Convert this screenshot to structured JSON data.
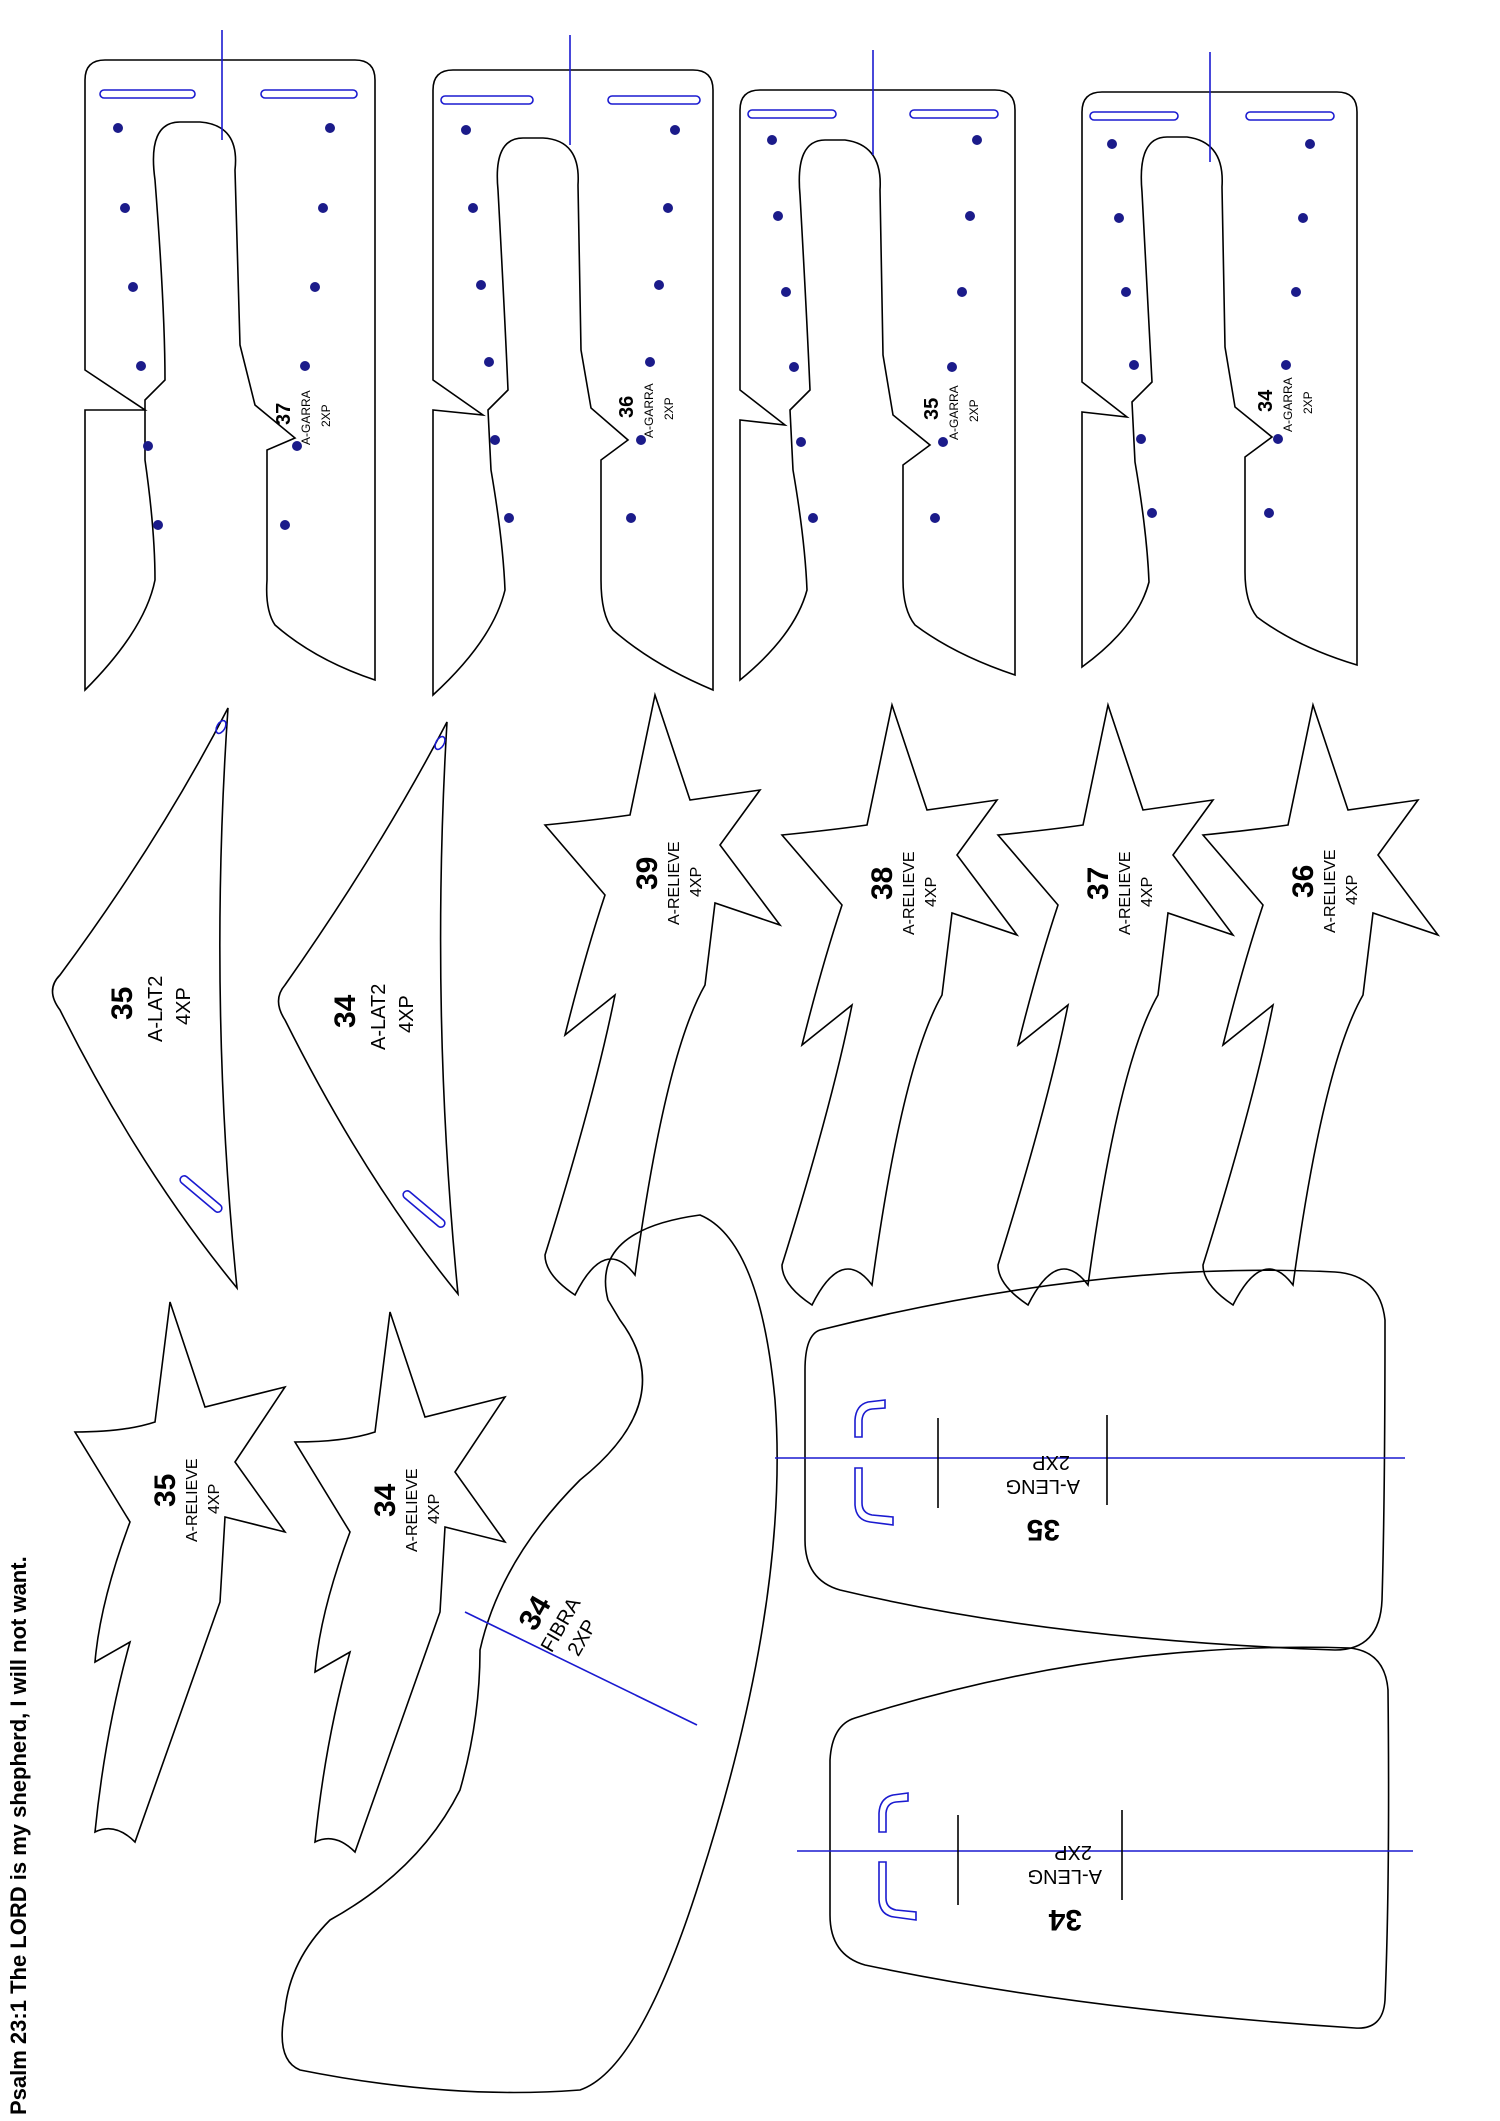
{
  "verse": "Psalm 23:1 The LORD is my shepherd, I will not want.",
  "colors": {
    "outline": "#000000",
    "guide_line": "#1a1ad0",
    "hole": "#1b1b8a"
  },
  "pieces": {
    "garra": [
      {
        "size": "37",
        "name": "A-GARRA",
        "qty": "2XP"
      },
      {
        "size": "36",
        "name": "A-GARRA",
        "qty": "2XP"
      },
      {
        "size": "35",
        "name": "A-GARRA",
        "qty": "2XP"
      },
      {
        "size": "34",
        "name": "A-GARRA",
        "qty": "2XP"
      }
    ],
    "lat2": [
      {
        "size": "35",
        "name": "A-LAT2",
        "qty": "4XP"
      },
      {
        "size": "34",
        "name": "A-LAT2",
        "qty": "4XP"
      }
    ],
    "relieve_top": [
      {
        "size": "39",
        "name": "A-RELIEVE",
        "qty": "4XP"
      },
      {
        "size": "38",
        "name": "A-RELIEVE",
        "qty": "4XP"
      },
      {
        "size": "37",
        "name": "A-RELIEVE",
        "qty": "4XP"
      },
      {
        "size": "36",
        "name": "A-RELIEVE",
        "qty": "4XP"
      }
    ],
    "relieve_bottom": [
      {
        "size": "35",
        "name": "A-RELIEVE",
        "qty": "4XP"
      },
      {
        "size": "34",
        "name": "A-RELIEVE",
        "qty": "4XP"
      }
    ],
    "fibra": {
      "size": "34",
      "name": "FIBRA",
      "qty": "2XP"
    },
    "leng": [
      {
        "size": "35",
        "name": "A-LENG",
        "qty": "2XP"
      },
      {
        "size": "34",
        "name": "A-LENG",
        "qty": "2XP"
      }
    ]
  }
}
